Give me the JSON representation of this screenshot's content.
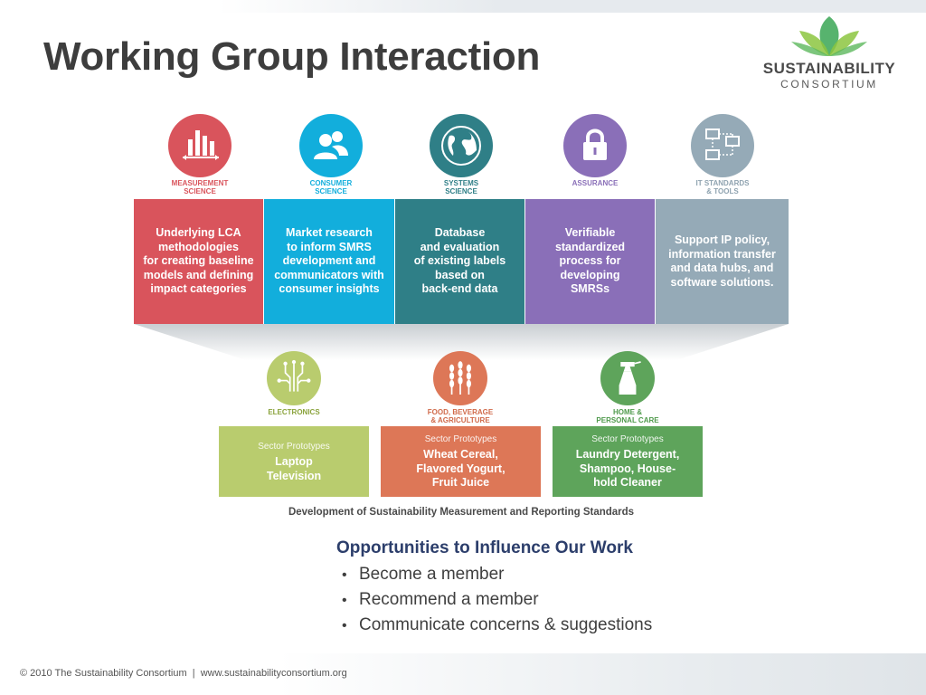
{
  "slide": {
    "title": "Working Group Interaction"
  },
  "logo": {
    "line1": "SUSTAINABILITY",
    "line2": "CONSORTIUM",
    "leaf_colors": [
      "#8cc63f",
      "#5cb85c",
      "#3aa655"
    ]
  },
  "working_groups": [
    {
      "label_line1": "MEASUREMENT",
      "label_line2": "SCIENCE",
      "icon": "bar-chart-icon",
      "color": "#d9545c",
      "label_color": "#d9545c",
      "description": "Underlying LCA\nmethodologies\nfor creating baseline\nmodels and defining\nimpact categories"
    },
    {
      "label_line1": "CONSUMER",
      "label_line2": "SCIENCE",
      "icon": "people-icon",
      "color": "#12aedc",
      "label_color": "#12aedc",
      "description": "Market research\nto inform SMRS\ndevelopment and\ncommunicators with\nconsumer insights"
    },
    {
      "label_line1": "SYSTEMS",
      "label_line2": "SCIENCE",
      "icon": "globe-icon",
      "color": "#2f7f87",
      "label_color": "#2f7f87",
      "description": "Database\nand evaluation\nof existing labels\nbased on\nback-end data"
    },
    {
      "label_line1": "ASSURANCE",
      "label_line2": "",
      "icon": "lock-icon",
      "color": "#8a6fb8",
      "label_color": "#8a6fb8",
      "description": "Verifiable\nstandardized\nprocess for\ndeveloping\nSMRSs"
    },
    {
      "label_line1": "IT STANDARDS",
      "label_line2": "& TOOLS",
      "icon": "network-icon",
      "color": "#95aab7",
      "label_color": "#8fa3b0",
      "description": "Support IP policy,\ninformation transfer\nand data hubs, and\nsoftware solutions."
    }
  ],
  "sectors": [
    {
      "label_line1": "ELECTRONICS",
      "label_line2": "",
      "icon": "circuit-icon",
      "color": "#b9cc6e",
      "label_color": "#8aa33c",
      "sub": "Sector Prototypes",
      "items": "Laptop\nTelevision"
    },
    {
      "label_line1": "FOOD, BEVERAGE",
      "label_line2": "& AGRICULTURE",
      "icon": "wheat-icon",
      "color": "#dd7757",
      "label_color": "#d06a4a",
      "sub": "Sector Prototypes",
      "items": "Wheat Cereal,\nFlavored Yogurt,\nFruit Juice"
    },
    {
      "label_line1": "HOME &",
      "label_line2": "PERSONAL CARE",
      "icon": "spray-bottle-icon",
      "color": "#5ea45b",
      "label_color": "#4f9a4c",
      "sub": "Sector Prototypes",
      "items": "Laundry Detergent,\nShampoo, House-\nhold Cleaner"
    }
  ],
  "development_caption": "Development of Sustainability Measurement and Reporting Standards",
  "opportunities": {
    "heading": "Opportunities to Influence Our Work",
    "bullet": "•",
    "items": [
      "Become a member",
      "Recommend a member",
      "Communicate concerns & suggestions"
    ]
  },
  "footer": {
    "text": "© 2010 The Sustainability Consortium  |  www.sustainabilityconsortium.org"
  }
}
